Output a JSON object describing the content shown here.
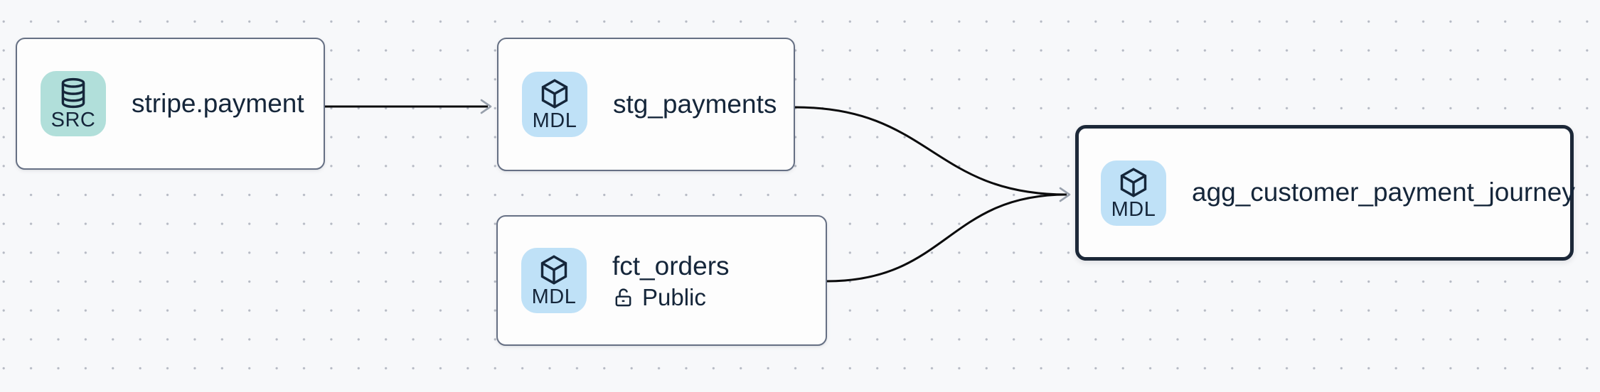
{
  "canvas": {
    "background_color": "#f7f8fa",
    "dot_color": "#b6bac4",
    "edge_color": "#0b0b0c",
    "arrowhead_color": "#98a0ac"
  },
  "colors": {
    "src_badge_background": "#b1dfda",
    "mdl_badge_background": "#bfe1f7",
    "node_border": "#667084",
    "selected_node_border": "#1c2838",
    "text": "#15263a",
    "node_fill": "#fdfdfd"
  },
  "nodes": [
    {
      "label": "stripe.payment",
      "type": "SRC",
      "icon": "database-icon",
      "selected": false
    },
    {
      "label": "stg_payments",
      "type": "MDL",
      "icon": "cube-icon",
      "selected": false
    },
    {
      "label": "fct_orders",
      "type": "MDL",
      "icon": "cube-icon",
      "access": "Public",
      "access_icon": "unlock-icon",
      "selected": false
    },
    {
      "label": "agg_customer_payment_journey",
      "type": "MDL",
      "icon": "cube-icon",
      "selected": true
    }
  ],
  "edges": [
    {
      "from": "stripe.payment",
      "to": "stg_payments"
    },
    {
      "from": "stg_payments",
      "to": "agg_customer_payment_journey"
    },
    {
      "from": "fct_orders",
      "to": "agg_customer_payment_journey"
    }
  ]
}
